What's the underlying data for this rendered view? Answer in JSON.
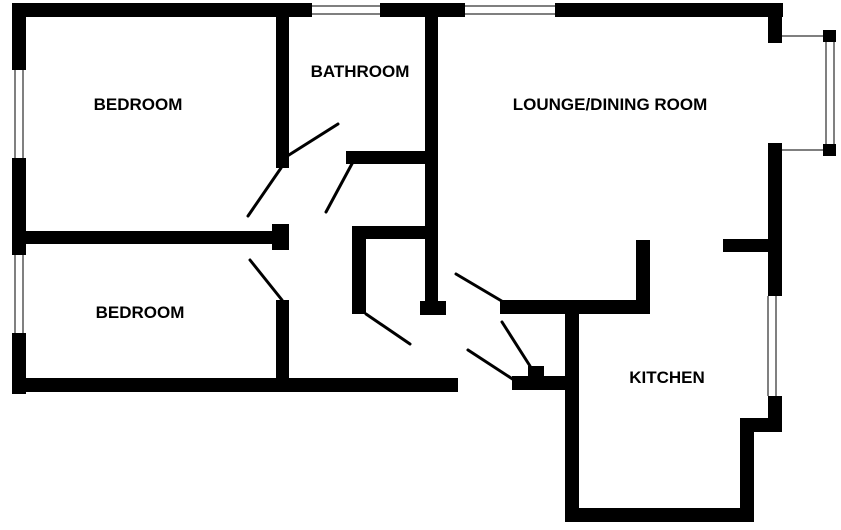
{
  "floor_plan": {
    "colors": {
      "wall": "#000000",
      "background": "#ffffff",
      "window_line": "#444444"
    },
    "rooms": [
      {
        "key": "bedroom_top",
        "label": "BEDROOM"
      },
      {
        "key": "bathroom",
        "label": "BATHROOM"
      },
      {
        "key": "lounge",
        "label": "LOUNGE/DINING ROOM"
      },
      {
        "key": "bedroom_bottom",
        "label": "BEDROOM"
      },
      {
        "key": "kitchen",
        "label": "KITCHEN"
      }
    ]
  }
}
